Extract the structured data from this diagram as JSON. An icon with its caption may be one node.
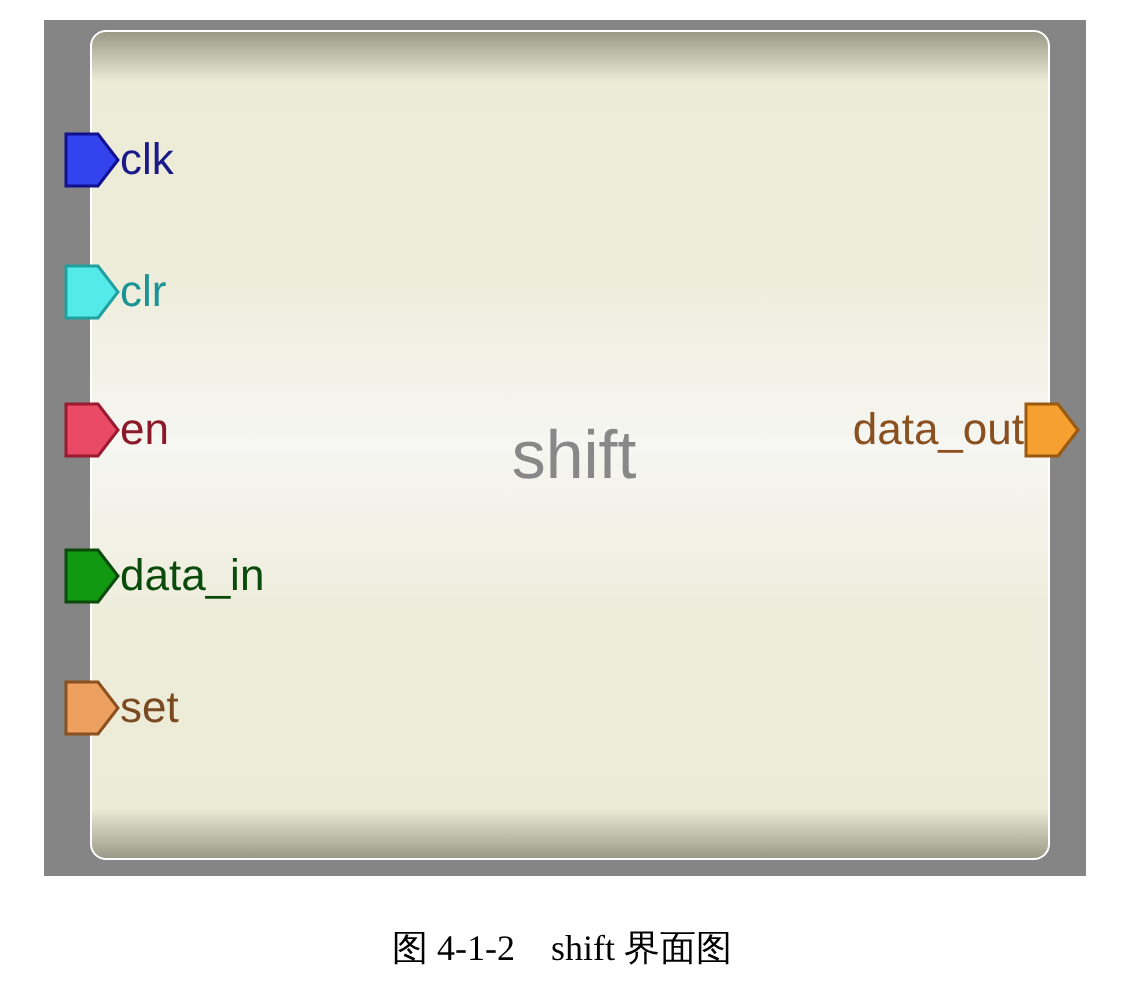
{
  "diagram": {
    "caption": "图 4-1-2　shift 界面图",
    "nodes": [
      {
        "text": [
          "shift"
        ]
      },
      {
        "text": [
          "clk"
        ]
      },
      {
        "text": [
          "clr"
        ]
      },
      {
        "text": [
          "en"
        ]
      },
      {
        "text": [
          "data_in"
        ]
      },
      {
        "text": [
          "set"
        ]
      },
      {
        "text": [
          "data_out"
        ]
      }
    ]
  }
}
